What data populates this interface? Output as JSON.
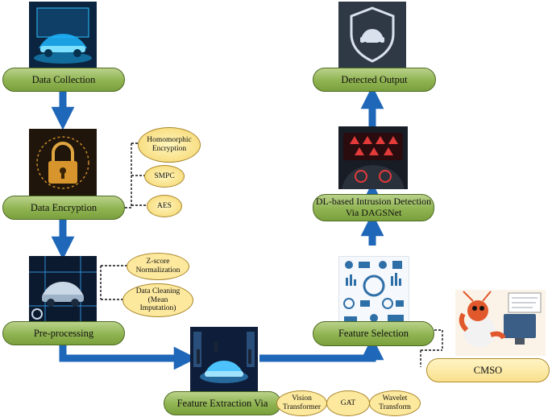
{
  "stages": {
    "data_collection": "Data Collection",
    "data_encryption": "Data Encryption",
    "pre_processing": "Pre-processing",
    "feature_extraction": "Feature Extraction Via",
    "feature_selection": "Feature Selection",
    "intrusion_detection": "DL-based Intrusion Detection\nVia DAGSNet",
    "detected_output": "Detected Output",
    "cmso": "CMSO"
  },
  "encryption_methods": [
    "Homomorphic\nEncryption",
    "SMPC",
    "AES"
  ],
  "preprocessing_methods": [
    "Z-score\nNormalization",
    "Data Cleaning\n(Mean\nImputation)"
  ],
  "extraction_methods": [
    "Vision\nTransformer",
    "GAT",
    "Wavelet\nTransform"
  ],
  "icons": [
    "car-scan-image",
    "padlock-image",
    "car-circuit-image",
    "holographic-car-image",
    "analytics-icons-image",
    "dashboard-alerts-image",
    "shield-car-image",
    "lobster-scientist-image"
  ],
  "colors": {
    "arrow": "#1f67b8",
    "pill": "#8fb351",
    "cloud": "#f8df85"
  }
}
